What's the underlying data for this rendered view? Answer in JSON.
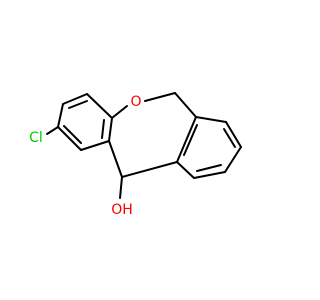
{
  "molecule": {
    "atoms": {
      "oxygen_ring": "O",
      "chlorine": "Cl",
      "hydroxyl": "OH"
    },
    "colors": {
      "bond": "#000000",
      "oxygen": "#FF0000",
      "chlorine": "#00CC00",
      "background": "#FFFFFF"
    }
  }
}
